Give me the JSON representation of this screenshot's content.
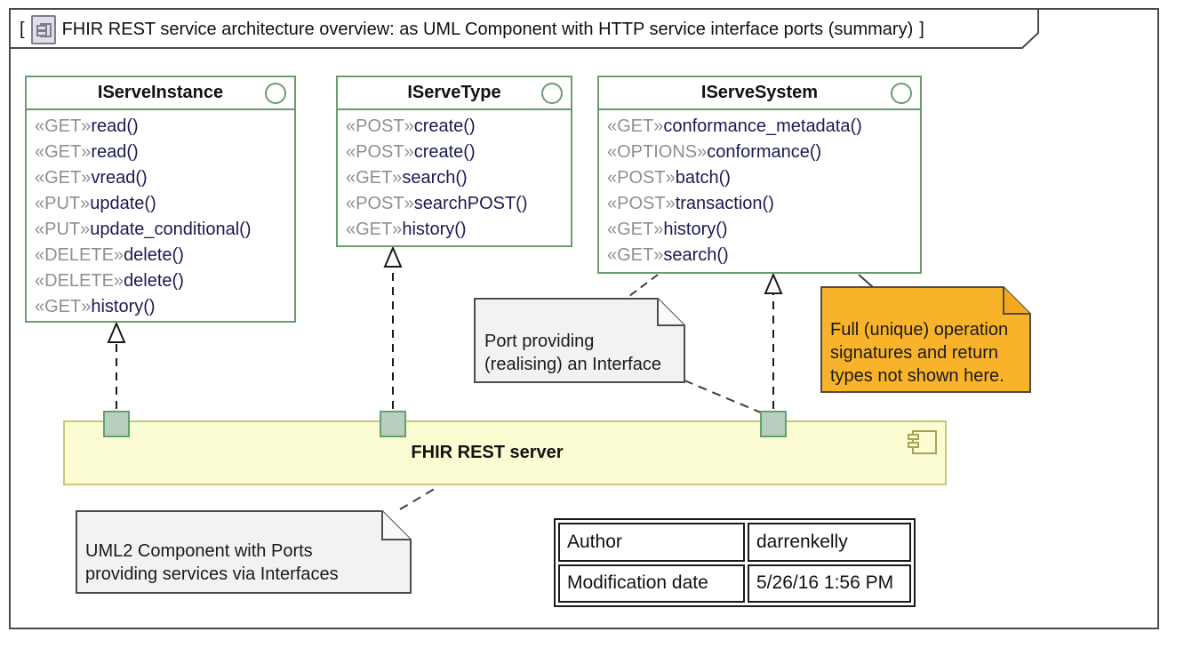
{
  "frame": {
    "bracket_open": "[",
    "bracket_close": "]",
    "title": "FHIR REST service architecture overview: as UML Component with HTTP service interface ports (summary)"
  },
  "interfaces": [
    {
      "name": "IServeInstance",
      "operations": [
        {
          "stereotype": "«GET»",
          "name": "read()"
        },
        {
          "stereotype": "«GET»",
          "name": "read()"
        },
        {
          "stereotype": "«GET»",
          "name": "vread()"
        },
        {
          "stereotype": "«PUT»",
          "name": "update()"
        },
        {
          "stereotype": "«PUT»",
          "name": "update_conditional()"
        },
        {
          "stereotype": "«DELETE»",
          "name": "delete()"
        },
        {
          "stereotype": "«DELETE»",
          "name": "delete()"
        },
        {
          "stereotype": "«GET»",
          "name": "history()"
        }
      ]
    },
    {
      "name": "IServeType",
      "operations": [
        {
          "stereotype": "«POST»",
          "name": "create()"
        },
        {
          "stereotype": "«POST»",
          "name": "create()"
        },
        {
          "stereotype": "«GET»",
          "name": "search()"
        },
        {
          "stereotype": "«POST»",
          "name": "searchPOST()"
        },
        {
          "stereotype": "«GET»",
          "name": "history()"
        }
      ]
    },
    {
      "name": "IServeSystem",
      "operations": [
        {
          "stereotype": "«GET»",
          "name": "conformance_metadata()"
        },
        {
          "stereotype": "«OPTIONS»",
          "name": "conformance()"
        },
        {
          "stereotype": "«POST»",
          "name": "batch()"
        },
        {
          "stereotype": "«POST»",
          "name": "transaction()"
        },
        {
          "stereotype": "«GET»",
          "name": "history()"
        },
        {
          "stereotype": "«GET»",
          "name": "search()"
        }
      ]
    }
  ],
  "component": {
    "label": "FHIR REST server"
  },
  "notes": {
    "port_note": {
      "lines": [
        "Port providing",
        "(realising) an Interface"
      ]
    },
    "signature_note": {
      "lines": [
        "Full (unique) operation",
        "signatures and return",
        "types not shown here."
      ]
    },
    "component_note": {
      "lines": [
        "UML2 Component with Ports",
        "providing services via Interfaces"
      ]
    }
  },
  "info_table": {
    "rows": [
      {
        "label": "Author",
        "value": "darrenkelly"
      },
      {
        "label": "Modification date",
        "value": "5/26/16 1:56 PM"
      }
    ]
  },
  "colors": {
    "interface_border": "#6a9c6e",
    "stereotype_text": "#8f8f8f",
    "operation_text": "#1a1a52",
    "component_fill": "#fcfcd2",
    "component_border": "#c7c77d",
    "port_fill": "#b8cfbe",
    "port_border": "#63a06e",
    "note_gray_fill": "#f2f2f2",
    "note_orange_fill": "#f9b32a",
    "frame_border": "#4a4a4a"
  }
}
